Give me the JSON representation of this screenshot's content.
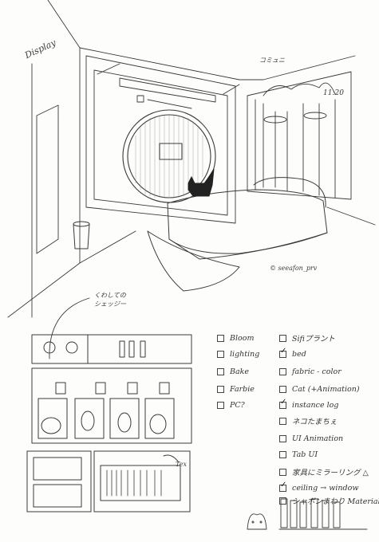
{
  "annotations": {
    "display": "Display",
    "corner_top": "コミュニ",
    "clock": "11:20",
    "watermark": "© seeafon_prv",
    "shelf_note": "くわしての\nシェッジー",
    "shelf_side_label": "Tex"
  },
  "checklist": [
    {
      "label": "Bloom",
      "checked": false
    },
    {
      "label": "Sifiプラント",
      "checked": false
    },
    {
      "label": "lighting",
      "checked": false
    },
    {
      "label": "bed",
      "checked": true
    },
    {
      "label": "Bake",
      "checked": false
    },
    {
      "label": "fabric - color",
      "checked": false
    },
    {
      "label": "Farbie",
      "checked": false
    },
    {
      "label": "Cat (+Animation)",
      "checked": false
    },
    {
      "label": "PC?",
      "checked": false
    },
    {
      "label": "instance log",
      "checked": true
    },
    {
      "label": "ネコたまちぇ",
      "checked": false
    },
    {
      "label": "UI Animation",
      "checked": false
    },
    {
      "label": "Tab UI",
      "checked": false
    },
    {
      "label": "家具にミラーリング △",
      "checked": false
    },
    {
      "label": "ceiling → window",
      "checked": true
    },
    {
      "label": "シャボンまわり Material",
      "checked": false
    }
  ],
  "colors": {
    "paper": "#fdfdfb",
    "pencil": "#3a3a3a"
  }
}
